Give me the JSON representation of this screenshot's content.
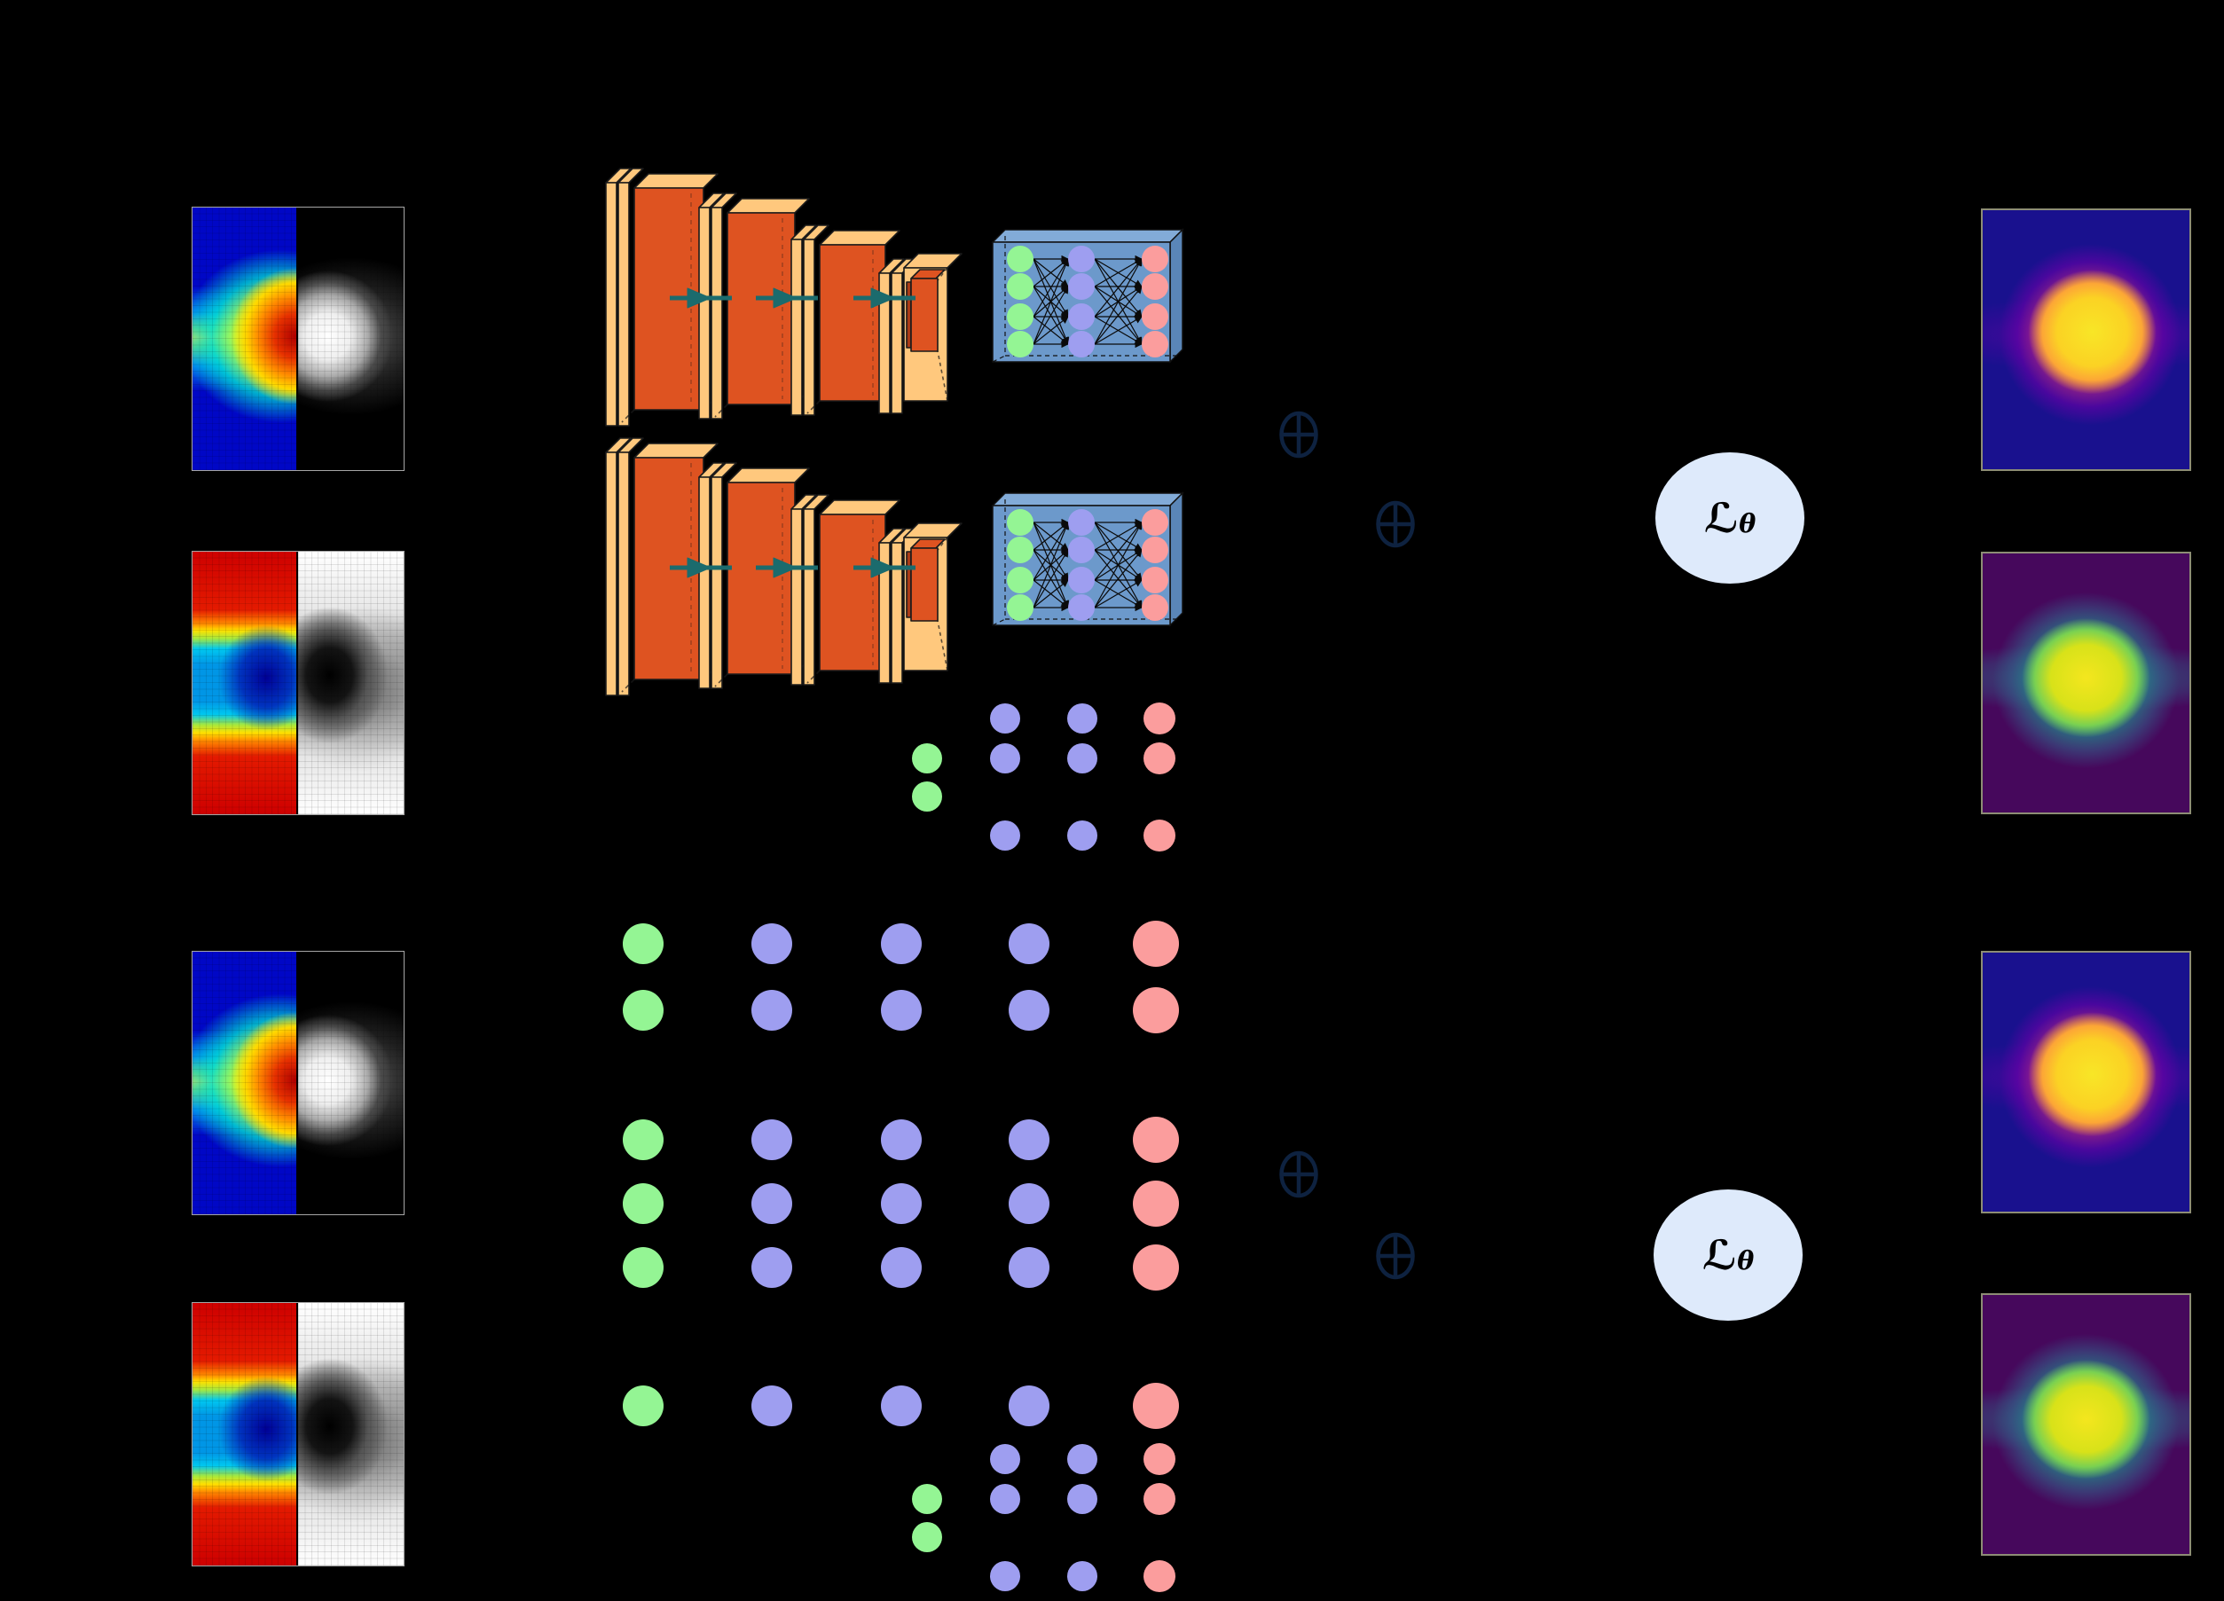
{
  "figure": {
    "type": "neural-network-architecture-diagram",
    "background": "#000000",
    "colors": {
      "conv_plate_light": "#FFC87D",
      "conv_plate_red": "#DE5321",
      "conv_inset_edge": "#A83A16",
      "flow_arrow_teal": "#1B6B6D",
      "fc_box_front": "#6C99CB",
      "fc_box_top": "#82ABD8",
      "fc_box_side": "#5A86B8",
      "node_green": "#94F594",
      "node_purple": "#9E9EF0",
      "node_pink": "#FB9D9D",
      "oplus_navy": "#0E2240",
      "loss_fill": "#DEEAFB",
      "loss_text": "#000000",
      "input_border": "#A6A6A6",
      "output_border": "#8D8D75"
    },
    "loss_nodes": [
      {
        "label": "ℒ",
        "subscript": "θ"
      },
      {
        "label": "ℒ",
        "subscript": "θ"
      }
    ],
    "oplus_nodes": [
      {
        "symbol": "⊕"
      },
      {
        "symbol": "⊕"
      },
      {
        "symbol": "⊕"
      },
      {
        "symbol": "⊕"
      }
    ],
    "input_pairs": [
      {
        "name": "input-pair-1",
        "left": "jet-heatmap",
        "right": "grayscale-heatmap"
      },
      {
        "name": "input-pair-2",
        "left": "jet-heatmap-inverted",
        "right": "grayscale-heatmap-inverted"
      },
      {
        "name": "input-pair-3",
        "left": "jet-heatmap",
        "right": "grayscale-heatmap"
      },
      {
        "name": "input-pair-4",
        "left": "jet-heatmap-inverted",
        "right": "grayscale-heatmap-inverted"
      }
    ],
    "output_maps": [
      {
        "name": "output-map-1",
        "colormap": "plasma"
      },
      {
        "name": "output-map-2",
        "colormap": "viridis"
      },
      {
        "name": "output-map-3",
        "colormap": "plasma"
      },
      {
        "name": "output-map-4",
        "colormap": "viridis"
      }
    ],
    "networks": {
      "cnn_rows": 2,
      "cnn_blocks_per_row": 4,
      "fc_boxes": 2,
      "fc_layer_nodes": [
        4,
        4,
        4
      ],
      "small_mlp_clusters": 2,
      "large_mlp_columns": 5
    }
  }
}
